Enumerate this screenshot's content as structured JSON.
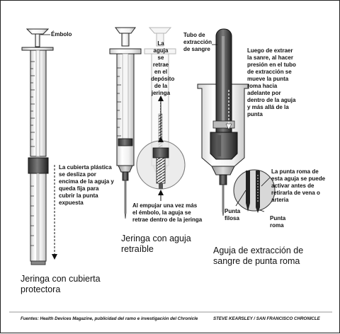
{
  "labels": {
    "embolo": "Émbolo",
    "cubierta_note": "La cubierta plástica se desliza por encima de la aguja y queda fija para cubrir la punta expuesta",
    "aguja_note": "La aguja se retrae en el depósito de la jeringa",
    "empujar_note": "Al empujar una vez más el émbolo, la aguja se retrae dentro de la jeringa",
    "tubo": "Tubo de extracción de sangre",
    "luego_note": "Luego de extraer la sanre, al hacer presión en el tubo de extracción se mueve la punta roma hacia adelante por dentro de la aguja y más allá de la punta",
    "punta_roma_note": "La punta roma de esta aguja se puede activar antes de retirarla de vena o arteria",
    "punta_filosa": "Punta filosa",
    "punta_roma": "Punta roma"
  },
  "captions": {
    "jeringa_cubierta": "Jeringa con cubierta protectora",
    "jeringa_retractil": "Jeringa con aguja retraíble",
    "aguja_extraccion": "Aguja de extracción de sangre de punta roma"
  },
  "footer": {
    "sources": "Fuentes: Health Devices Magazine, publicidad del ramo e investigación del Chronicle",
    "credit": "STEVE KEARSLEY / SAN FRANCISCO CHRONICLE"
  }
}
